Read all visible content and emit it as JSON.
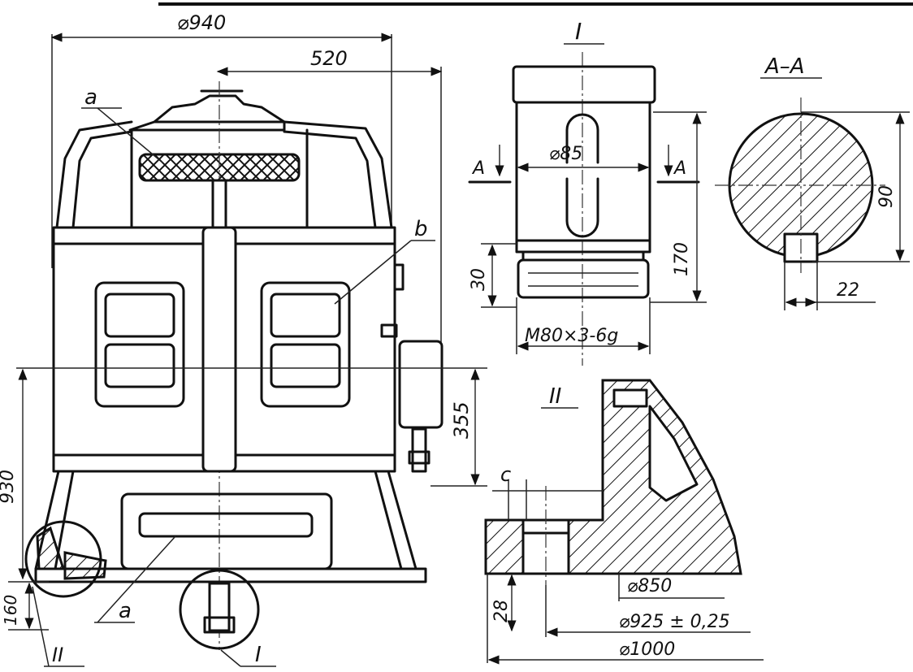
{
  "dimensions": {
    "overall_diameter": "⌀940",
    "half_width": "520",
    "window_height": "355",
    "left_height": "930",
    "base_height": "160",
    "pin_diameter": "⌀85",
    "pin_height": "170",
    "thread_length": "30",
    "thread_spec": "M80×3-6g",
    "section_diameter": "90",
    "key_width": "22",
    "flange_thickness": "28",
    "inner_diameter": "⌀850",
    "bolt_circle": "⌀925 ± 0,25",
    "outer_diameter": "⌀1000"
  },
  "labels": {
    "part_a_top": "a",
    "part_a_bottom": "a",
    "part_b": "b",
    "detail_I_title": "I",
    "detail_I_callout": "I",
    "detail_II_title": "II",
    "detail_II_callout": "II",
    "section_title": "A–A",
    "section_mark_left": "A",
    "section_mark_right": "A",
    "chamfer_c": "c"
  },
  "colors": {
    "line": "#111111",
    "background": "#ffffff"
  }
}
